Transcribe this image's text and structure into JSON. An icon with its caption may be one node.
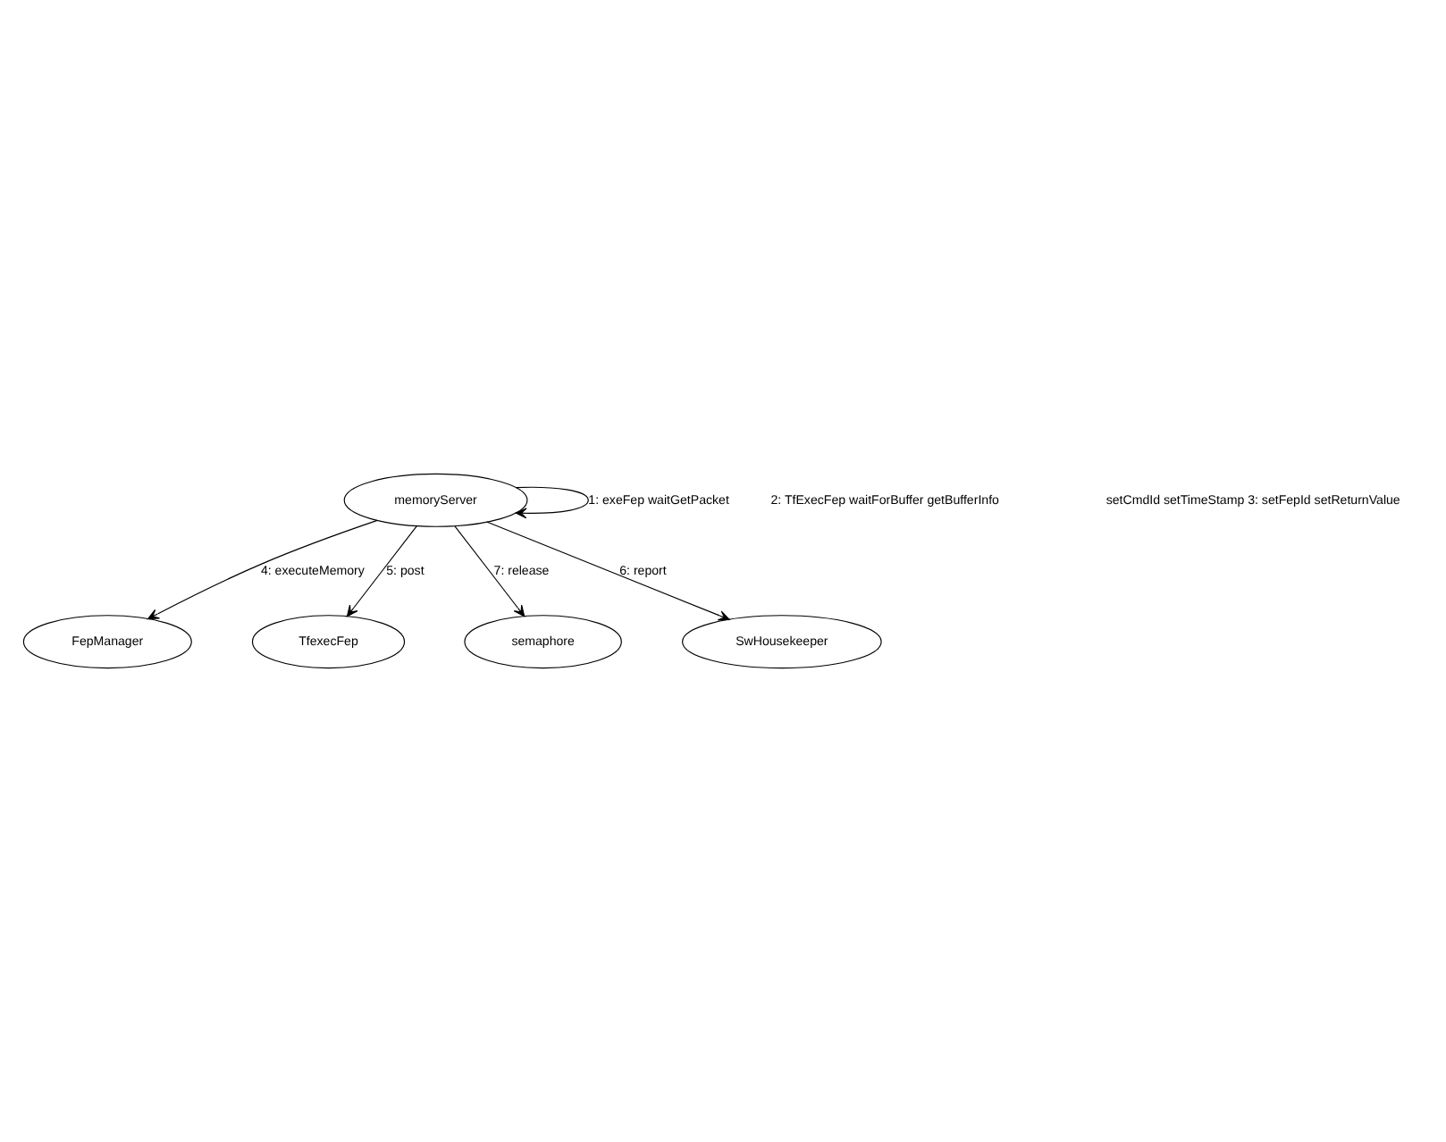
{
  "diagram": {
    "nodes": [
      {
        "text": [
          "memoryServer"
        ]
      },
      {
        "text": [
          "FepManager"
        ]
      },
      {
        "text": [
          "TfexecFep"
        ]
      },
      {
        "text": [
          "semaphore"
        ]
      },
      {
        "text": [
          "SwHousekeeper"
        ]
      }
    ],
    "edges": [
      {
        "from": 0,
        "to": 0,
        "arrow": "to",
        "label": "1: exeFep waitGetPacket"
      },
      {
        "from": 0,
        "to": 1,
        "arrow": "to",
        "label": "4: executeMemory"
      },
      {
        "from": 0,
        "to": 2,
        "arrow": "to",
        "label": "5: post"
      },
      {
        "from": 0,
        "to": 3,
        "arrow": "to",
        "label": "7: release"
      },
      {
        "from": 0,
        "to": 4,
        "arrow": "to",
        "label": "6: report"
      }
    ],
    "labels": [
      "2: TfExecFep waitForBuffer getBufferInfo",
      "setCmdId setTimeStamp 3: setFepId setReturnValue"
    ]
  }
}
